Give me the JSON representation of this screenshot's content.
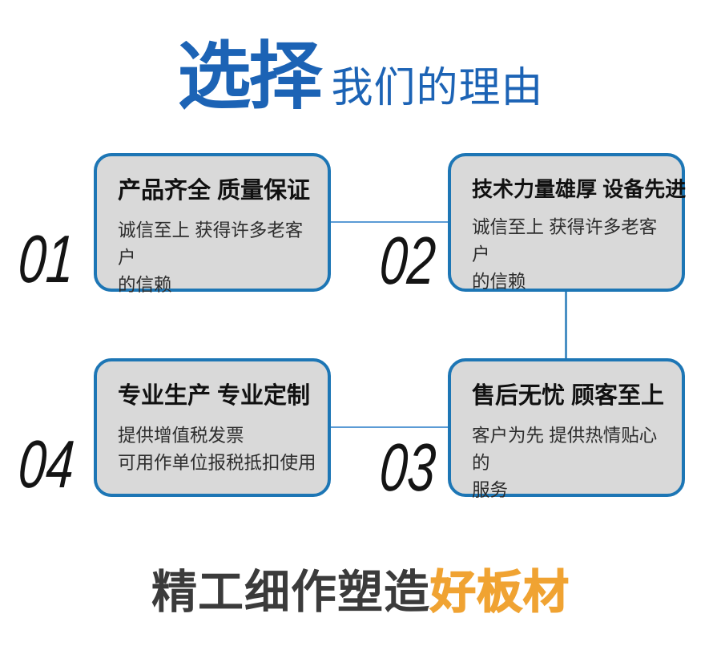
{
  "header": {
    "title_big": "选择",
    "title_rest": "我们的理由"
  },
  "cards": [
    {
      "number": "01",
      "title": "产品齐全 质量保证",
      "body": "诚信至上 获得许多老客户\n的信赖"
    },
    {
      "number": "02",
      "title": "技术力量雄厚 设备先进",
      "body": "诚信至上 获得许多老客户\n的信赖"
    },
    {
      "number": "03",
      "title": "售后无忧 顾客至上",
      "body": "客户为先 提供热情贴心的\n服务"
    },
    {
      "number": "04",
      "title": "专业生产 专业定制",
      "body": "提供增值税发票\n可用作单位报税抵扣使用"
    }
  ],
  "slogan": {
    "dark": "精工细作塑造",
    "orange": "好板材"
  },
  "colors": {
    "title-blue": "#1c63b5",
    "card-border-blue": "#1d76b5",
    "card-fill-gray": "#d9d9d9",
    "connector-blue": "#5b9bd5",
    "connector-blue-vertical": "#4a90c4",
    "number-black": "#141414",
    "slogan-dark": "#3b3b3b",
    "slogan-orange": "#f0a332"
  }
}
